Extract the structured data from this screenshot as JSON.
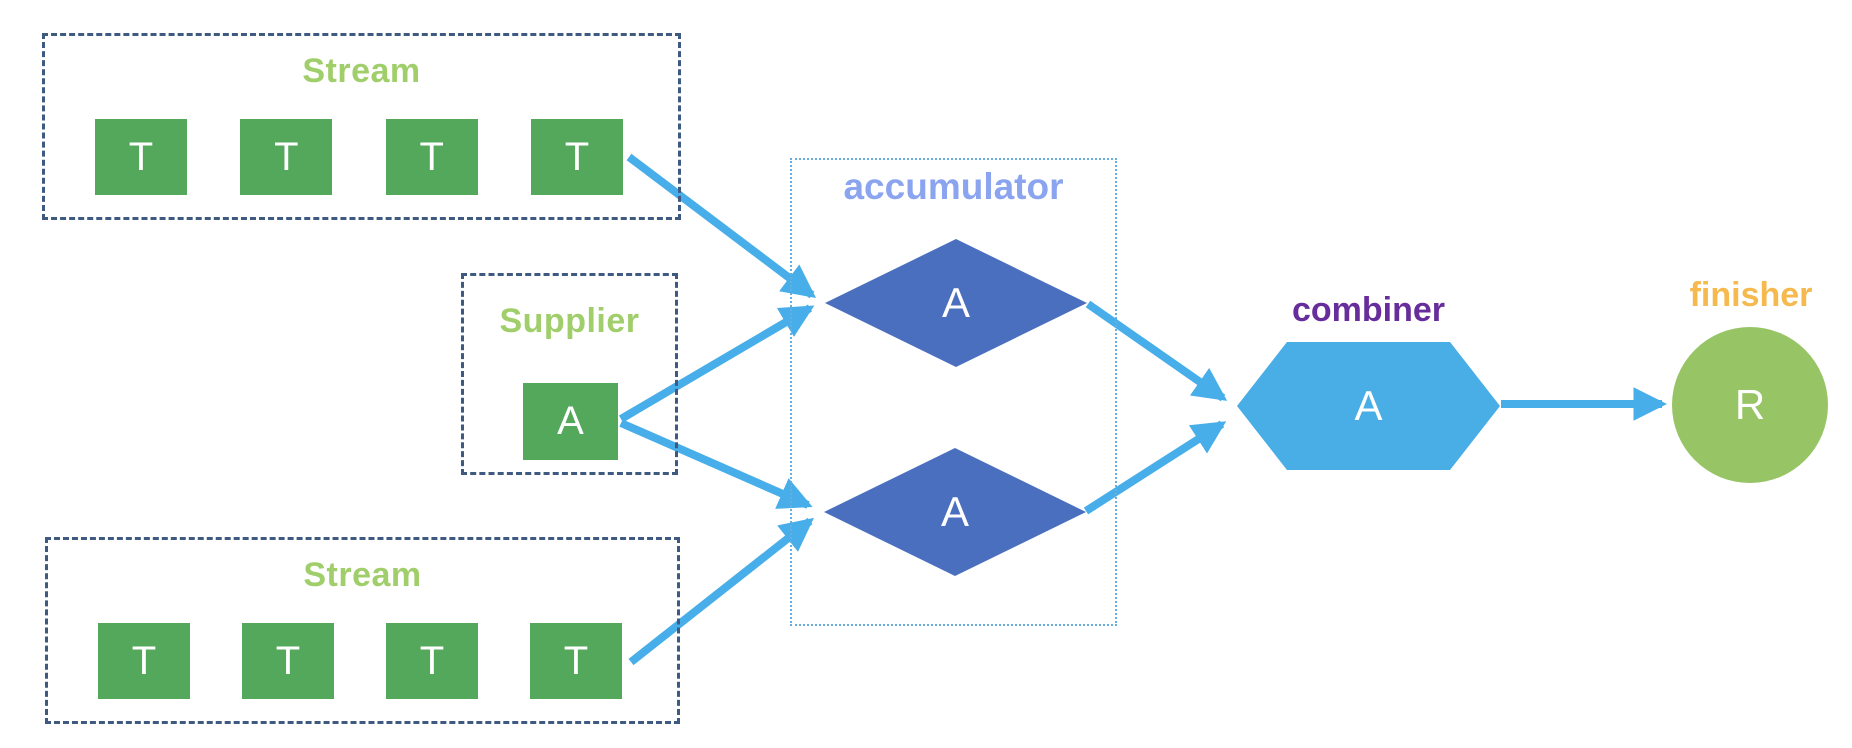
{
  "diagram": {
    "stream_top": {
      "label": "Stream",
      "items": [
        "T",
        "T",
        "T",
        "T"
      ]
    },
    "supplier": {
      "label": "Supplier",
      "value": "A"
    },
    "stream_bottom": {
      "label": "Stream",
      "items": [
        "T",
        "T",
        "T",
        "T"
      ]
    },
    "accumulator": {
      "label": "accumulator",
      "nodes": [
        "A",
        "A"
      ]
    },
    "combiner": {
      "label": "combiner",
      "value": "A"
    },
    "finisher": {
      "label": "finisher",
      "value": "R"
    },
    "colors": {
      "square_green": "#53a85c",
      "group_label_green": "#a0ce6a",
      "dashed_border_navy": "#3e5a80",
      "dotted_border_blue": "#67aede",
      "accumulator_label_blue": "#8ba4ef",
      "diamond_blue": "#4a6fbe",
      "hexagon_blue": "#49ade6",
      "combiner_label_purple": "#662d9b",
      "finisher_label_orange": "#f6b94e",
      "circle_green": "#97c464",
      "arrow_blue": "#47aee9"
    }
  }
}
